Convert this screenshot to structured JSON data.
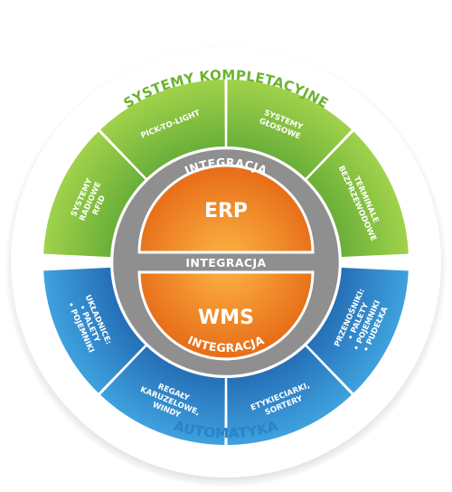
{
  "top_label": "SYSTEMY KOMPLETACYJNE",
  "bottom_label": "AUTOMATYKA",
  "integration_label": "INTEGRACJA",
  "core": {
    "top": "ERP",
    "bottom": "WMS"
  },
  "top_segments": [
    {
      "lines": [
        "SYSTEMY",
        "RADIOWE",
        "RFID"
      ]
    },
    {
      "lines": [
        "PICK-TO-LIGHT"
      ]
    },
    {
      "lines": [
        "SYSTEMY",
        "GŁOSOWE"
      ]
    },
    {
      "lines": [
        "TERMINALE",
        "BEZPRZEWODOWE"
      ]
    }
  ],
  "bottom_segments": [
    {
      "lines": [
        "PRZENOŚNIKI:",
        "• PALETY",
        "• POJEMNIKI",
        "• PUDEŁKA"
      ]
    },
    {
      "lines": [
        "ETYKIECIARKI,",
        "SORTERY"
      ]
    },
    {
      "lines": [
        "REGAŁY",
        "KARUZELOWE,",
        "WINDY"
      ]
    },
    {
      "lines": [
        "UKŁADNICE:",
        "• PALETY",
        "• POJEMNIKI"
      ]
    }
  ],
  "colors": {
    "green": "#8dc63f",
    "green_dark": "#5fa833",
    "blue": "#2f8fd0",
    "blue_dark": "#1f68b0",
    "gray": "#8e8e8e",
    "orange": "#ef7d1a",
    "orange_light": "#f7a23a",
    "title_green": "#6ab42d",
    "title_blue": "#2a83c9"
  }
}
